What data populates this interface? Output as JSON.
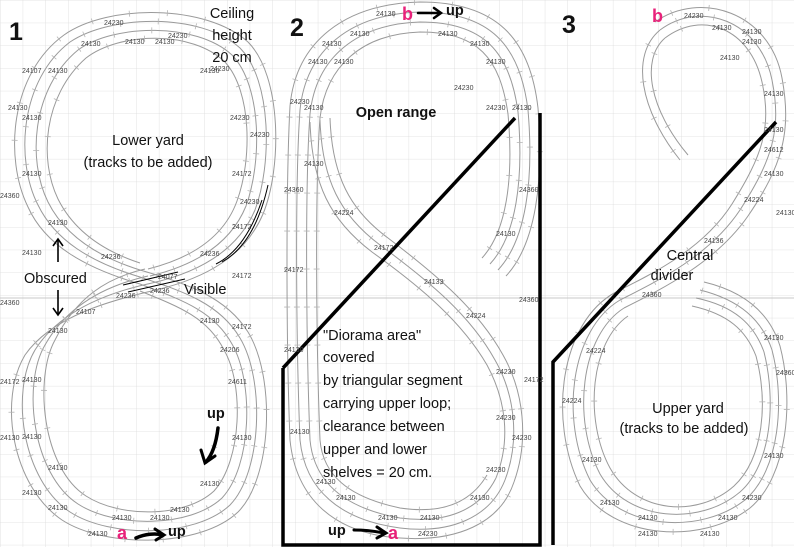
{
  "colors": {
    "marker": "#e8227a",
    "grid": "#d9d9d9",
    "track": "#9a9a9a",
    "wall": "#000000"
  },
  "panels": [
    {
      "number": "1"
    },
    {
      "number": "2"
    },
    {
      "number": "3"
    }
  ],
  "labels": {
    "ceiling": [
      "Ceiling",
      "height",
      "20 cm"
    ],
    "lower_yard": [
      "Lower yard",
      "(tracks to be added)"
    ],
    "obscured": "Obscured",
    "visible": "Visible",
    "up": "up",
    "open_range": "Open range",
    "diorama": [
      "\"Diorama area\"",
      "covered",
      "by triangular segment",
      "carrying upper loop;",
      "clearance between",
      "upper and lower",
      "shelves = 20 cm."
    ],
    "central_divider": [
      "Central",
      "divider"
    ],
    "upper_yard": [
      "Upper yard",
      "(tracks to be added)"
    ]
  },
  "markers": {
    "a": "a",
    "b": "b"
  },
  "track_codes": {
    "p1": [
      "24230",
      "24230",
      "24130",
      "24130",
      "24130",
      "24107",
      "24130",
      "24130",
      "24130",
      "24130",
      "24230",
      "24230",
      "24230",
      "24230",
      "24130",
      "24360",
      "24130",
      "24130",
      "24172",
      "24236",
      "24236",
      "24236",
      "24077",
      "24130",
      "24130",
      "24172",
      "24236",
      "24107",
      "24130",
      "24130",
      "24130",
      "24172",
      "24206",
      "24172",
      "24130",
      "24130",
      "24130",
      "24130",
      "24130",
      "24130",
      "24130",
      "24130",
      "24130",
      "24172",
      "24360",
      "24611"
    ],
    "p2": [
      "24130",
      "24130",
      "24130",
      "24130",
      "24130",
      "24130",
      "24130",
      "24130",
      "24130",
      "24230",
      "24130",
      "24230",
      "24230",
      "24130",
      "24360",
      "24224",
      "24172",
      "24360",
      "24172",
      "24130",
      "24133",
      "24360",
      "24224",
      "24230",
      "24172",
      "24130",
      "24230",
      "24230",
      "24230",
      "24130",
      "24130",
      "24130",
      "24130",
      "24130",
      "24130",
      "24230"
    ],
    "p3": [
      "24230",
      "24130",
      "24130",
      "24130",
      "24130",
      "24130",
      "24130",
      "24612",
      "24224",
      "24130",
      "24130",
      "24136",
      "24360",
      "24224",
      "24224",
      "24130",
      "24130",
      "24230",
      "24130",
      "24130",
      "24130",
      "24130",
      "24130",
      "24130",
      "24360"
    ]
  }
}
